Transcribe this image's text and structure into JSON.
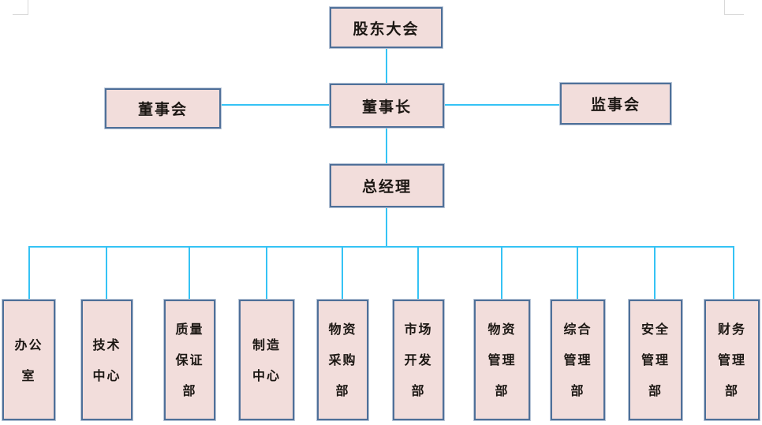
{
  "page": {
    "kind": "organization-chart",
    "background": "#ffffff"
  },
  "colors": {
    "box_fill": "#f2dddb",
    "box_border": "#4f7099",
    "connector": "#35c3f5",
    "text": "#1c1713",
    "corner_mark": "#d9d9d9",
    "page_bg": "#ffffff"
  },
  "org_chart": {
    "shareholders_meeting": {
      "label": "股东大会"
    },
    "board_of_directors": {
      "label": "董事会"
    },
    "chairman": {
      "label": "董事长"
    },
    "supervisory_board": {
      "label": "监事会"
    },
    "general_manager": {
      "label": "总经理"
    },
    "departments": [
      {
        "label": "办公室",
        "lines": [
          "办公",
          "室"
        ]
      },
      {
        "label": "技术中心",
        "lines": [
          "技术",
          "中心"
        ]
      },
      {
        "label": "质量保证部",
        "lines": [
          "质量",
          "保证",
          "部"
        ]
      },
      {
        "label": "制造中心",
        "lines": [
          "制造",
          "中心"
        ]
      },
      {
        "label": "物资采购部",
        "lines": [
          "物资",
          "采购",
          "部"
        ]
      },
      {
        "label": "市场开发部",
        "lines": [
          "市场",
          "开发",
          "部"
        ]
      },
      {
        "label": "物资管理部",
        "lines": [
          "物资",
          "管理",
          "部"
        ]
      },
      {
        "label": "综合管理部",
        "lines": [
          "综合",
          "管理",
          "部"
        ]
      },
      {
        "label": "安全管理部",
        "lines": [
          "安全",
          "管理",
          "部"
        ]
      },
      {
        "label": "财务管理部",
        "lines": [
          "财务",
          "管理",
          "部"
        ]
      }
    ]
  }
}
